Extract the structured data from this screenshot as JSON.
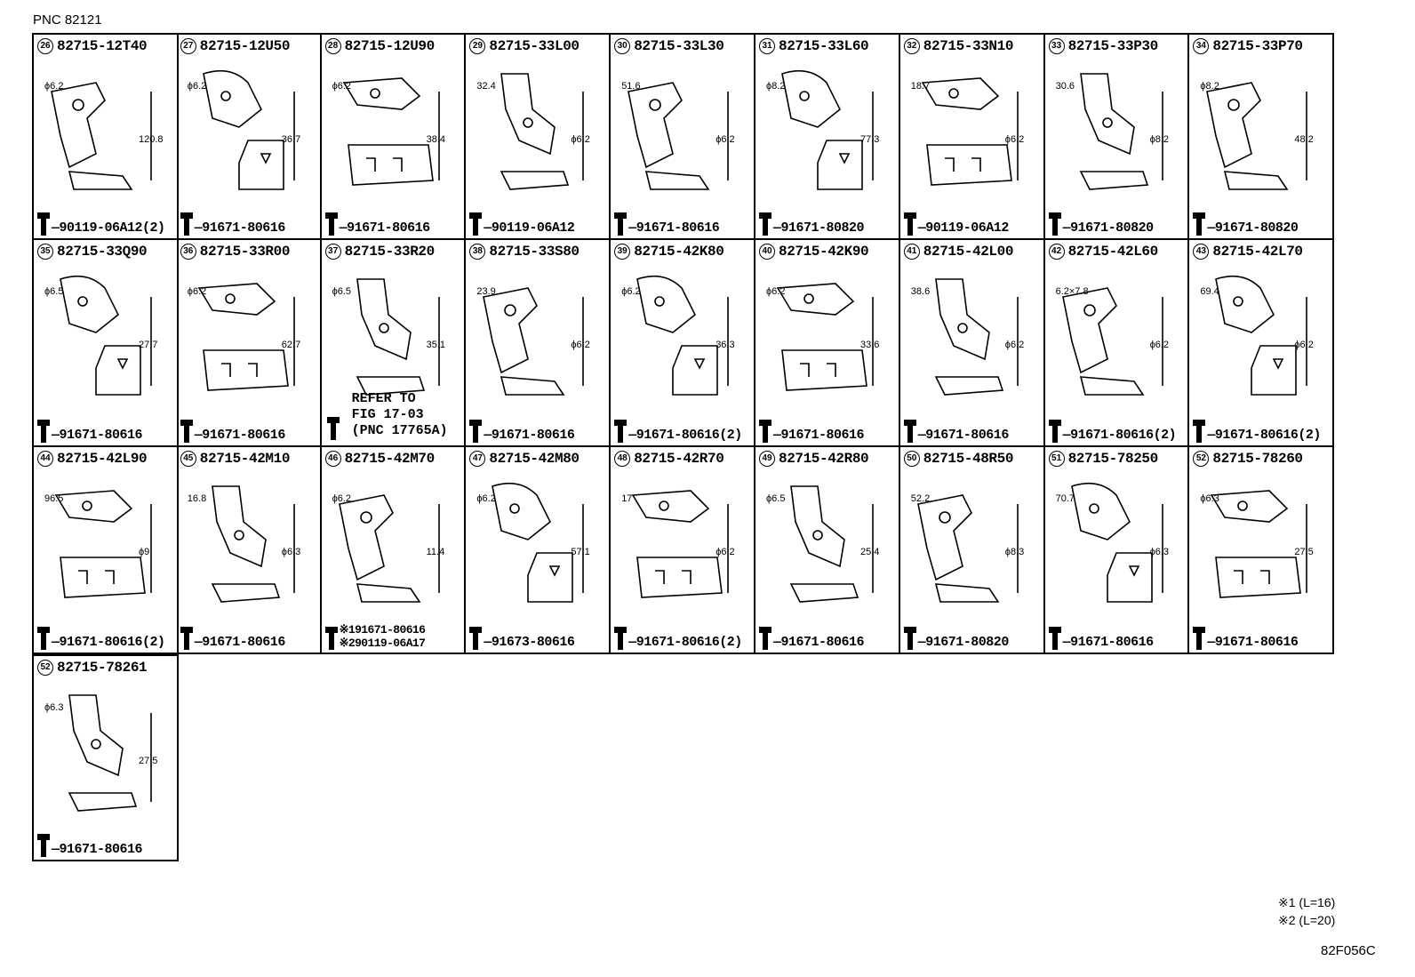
{
  "header": {
    "pnc": "PNC 82121"
  },
  "cells": [
    {
      "num": "26",
      "part": "82715-12T40",
      "fastener": "90119-06A12(2)",
      "dims": [
        "ϕ6.2",
        "120.8"
      ]
    },
    {
      "num": "27",
      "part": "82715-12U50",
      "fastener": "91671-80616",
      "dims": [
        "ϕ6.2",
        "36.7"
      ]
    },
    {
      "num": "28",
      "part": "82715-12U90",
      "fastener": "91671-80616",
      "dims": [
        "ϕ6.2",
        "38.4"
      ]
    },
    {
      "num": "29",
      "part": "82715-33L00",
      "fastener": "90119-06A12",
      "dims": [
        "32.4",
        "ϕ6.2"
      ]
    },
    {
      "num": "30",
      "part": "82715-33L30",
      "fastener": "91671-80616",
      "dims": [
        "51.6",
        "ϕ6.2"
      ]
    },
    {
      "num": "31",
      "part": "82715-33L60",
      "fastener": "91671-80820",
      "dims": [
        "ϕ8.2",
        "77.3"
      ]
    },
    {
      "num": "32",
      "part": "82715-33N10",
      "fastener": "90119-06A12",
      "dims": [
        "18.7",
        "ϕ6.2"
      ]
    },
    {
      "num": "33",
      "part": "82715-33P30",
      "fastener": "91671-80820",
      "dims": [
        "30.6",
        "ϕ8.2"
      ]
    },
    {
      "num": "34",
      "part": "82715-33P70",
      "fastener": "91671-80820",
      "dims": [
        "ϕ8.2",
        "48.2"
      ]
    },
    {
      "num": "35",
      "part": "82715-33Q90",
      "fastener": "91671-80616",
      "dims": [
        "ϕ6.5",
        "27.7"
      ]
    },
    {
      "num": "36",
      "part": "82715-33R00",
      "fastener": "91671-80616",
      "dims": [
        "ϕ6.2",
        "62.7"
      ]
    },
    {
      "num": "37",
      "part": "82715-33R20",
      "fastener": "",
      "refer": [
        "REFER TO",
        "FIG 17-03",
        "(PNC 17765A)"
      ],
      "dims": [
        "ϕ6.5",
        "35.1"
      ]
    },
    {
      "num": "38",
      "part": "82715-33S80",
      "fastener": "91671-80616",
      "dims": [
        "23.9",
        "ϕ6.2"
      ]
    },
    {
      "num": "39",
      "part": "82715-42K80",
      "fastener": "91671-80616(2)",
      "dims": [
        "ϕ6.2",
        "36.3"
      ]
    },
    {
      "num": "40",
      "part": "82715-42K90",
      "fastener": "91671-80616",
      "dims": [
        "ϕ6.2",
        "33.6"
      ]
    },
    {
      "num": "41",
      "part": "82715-42L00",
      "fastener": "91671-80616",
      "dims": [
        "38.6",
        "ϕ6.2"
      ]
    },
    {
      "num": "42",
      "part": "82715-42L60",
      "fastener": "91671-80616(2)",
      "dims": [
        "6.2×7.8",
        "ϕ6.2"
      ]
    },
    {
      "num": "43",
      "part": "82715-42L70",
      "fastener": "91671-80616(2)",
      "dims": [
        "69.4",
        "ϕ6.2"
      ]
    },
    {
      "num": "44",
      "part": "82715-42L90",
      "fastener": "91671-80616(2)",
      "dims": [
        "96.5",
        "ϕ9"
      ]
    },
    {
      "num": "45",
      "part": "82715-42M10",
      "fastener": "91671-80616",
      "dims": [
        "16.8",
        "ϕ6.3"
      ]
    },
    {
      "num": "46",
      "part": "82715-42M70",
      "fastener": "",
      "fastener_lines": [
        "※191671-80616",
        "※290119-06A17"
      ],
      "dims": [
        "ϕ6.2",
        "11.4"
      ]
    },
    {
      "num": "47",
      "part": "82715-42M80",
      "fastener": "91673-80616",
      "dims": [
        "ϕ6.2",
        "57.1"
      ]
    },
    {
      "num": "48",
      "part": "82715-42R70",
      "fastener": "91671-80616(2)",
      "dims": [
        "17",
        "ϕ6.2"
      ]
    },
    {
      "num": "49",
      "part": "82715-42R80",
      "fastener": "91671-80616",
      "dims": [
        "ϕ6.5",
        "25.4"
      ]
    },
    {
      "num": "50",
      "part": "82715-48R50",
      "fastener": "91671-80820",
      "dims": [
        "52.2",
        "ϕ8.3"
      ]
    },
    {
      "num": "51",
      "part": "82715-78250",
      "fastener": "91671-80616",
      "dims": [
        "70.7",
        "ϕ6.3"
      ]
    },
    {
      "num": "52",
      "part": "82715-78260",
      "fastener": "91671-80616",
      "dims": [
        "ϕ6.3",
        "27.5"
      ]
    },
    {
      "num": "52",
      "part": "82715-78261",
      "fastener": "91671-80616",
      "dims": [
        "ϕ6.3",
        "27.5"
      ]
    }
  ],
  "notes": [
    "※1 (L=16)",
    "※2 (L=20)"
  ],
  "figure_code": "82F056C"
}
